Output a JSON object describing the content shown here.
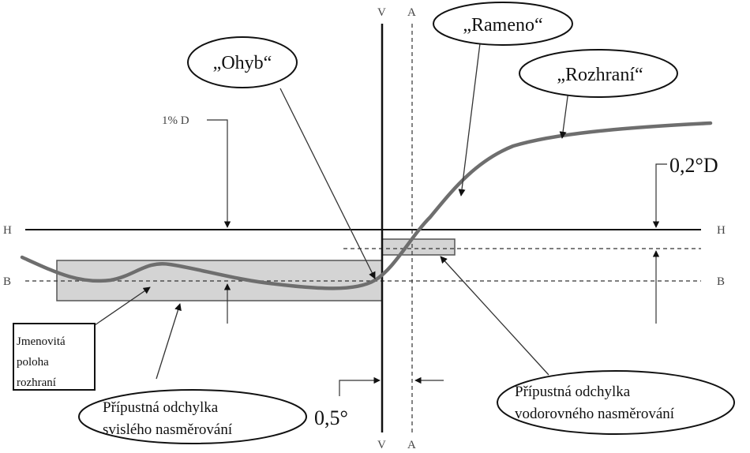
{
  "diagram": {
    "axis_labels": {
      "v_top": "V",
      "v_bottom": "V",
      "a_top": "A",
      "a_bottom": "A",
      "h_left": "H",
      "h_right": "H",
      "b_left": "B",
      "b_right": "B"
    },
    "callouts": {
      "ohyb": "„Ohyb“",
      "rameno": "„Rameno“",
      "rozhrani": "„Rozhraní“",
      "vertical_tolerance_line1": "Přípustná odchylka",
      "vertical_tolerance_line2": "svislého nasměrování",
      "horizontal_tolerance_line1": "Přípustná odchylka",
      "horizontal_tolerance_line2": "vodorovného nasměrování"
    },
    "dimensions": {
      "one_percent_d": "1% D",
      "point_two_deg_d": "0,2°D",
      "half_degree": "0,5°"
    },
    "nominal_box": {
      "line1": "Jmenovitá",
      "line2": "poloha",
      "line3": "rozhraní"
    },
    "colors": {
      "line": "#111111",
      "curve": "#6e6e6e",
      "band_fill": "#d4d4d4",
      "band_stroke": "#555555"
    }
  }
}
